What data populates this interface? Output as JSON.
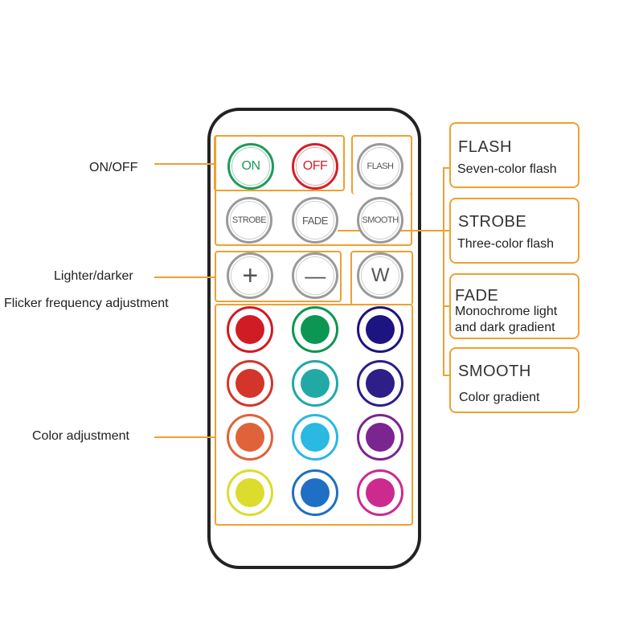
{
  "remote": {
    "buttons": {
      "on": "ON",
      "off": "OFF",
      "flash": "FLASH",
      "strobe": "STROBE",
      "fade": "FADE",
      "smooth": "SMOOTH",
      "plus": "+",
      "minus": "—",
      "white": "W"
    },
    "color_buttons": [
      {
        "color": "#d01c24"
      },
      {
        "color": "#0c9654"
      },
      {
        "color": "#1c1480"
      },
      {
        "color": "#d3352a"
      },
      {
        "color": "#21a9a6"
      },
      {
        "color": "#2d1e88"
      },
      {
        "color": "#e0623a"
      },
      {
        "color": "#29b9e2"
      },
      {
        "color": "#7b2590"
      },
      {
        "color": "#dcdc2c"
      },
      {
        "color": "#1f6fc4"
      },
      {
        "color": "#cc2a8e"
      }
    ]
  },
  "labels": {
    "on_off": "ON/OFF",
    "lighter_darker": "Lighter/darker",
    "flicker": "Flicker frequency adjustment",
    "color_adjustment": "Color adjustment"
  },
  "info_boxes": {
    "flash": {
      "title": "FLASH",
      "desc": "Seven-color flash"
    },
    "strobe": {
      "title": "STROBE",
      "desc": "Three-color flash"
    },
    "fade": {
      "title": "FADE",
      "desc_line1": "Monochrome light",
      "desc_line2": "and dark gradient"
    },
    "smooth": {
      "title": "SMOOTH",
      "desc": "Color gradient"
    }
  },
  "colors": {
    "accent": "#f0a030",
    "on": "#1e9a5a",
    "off": "#d0202a"
  }
}
